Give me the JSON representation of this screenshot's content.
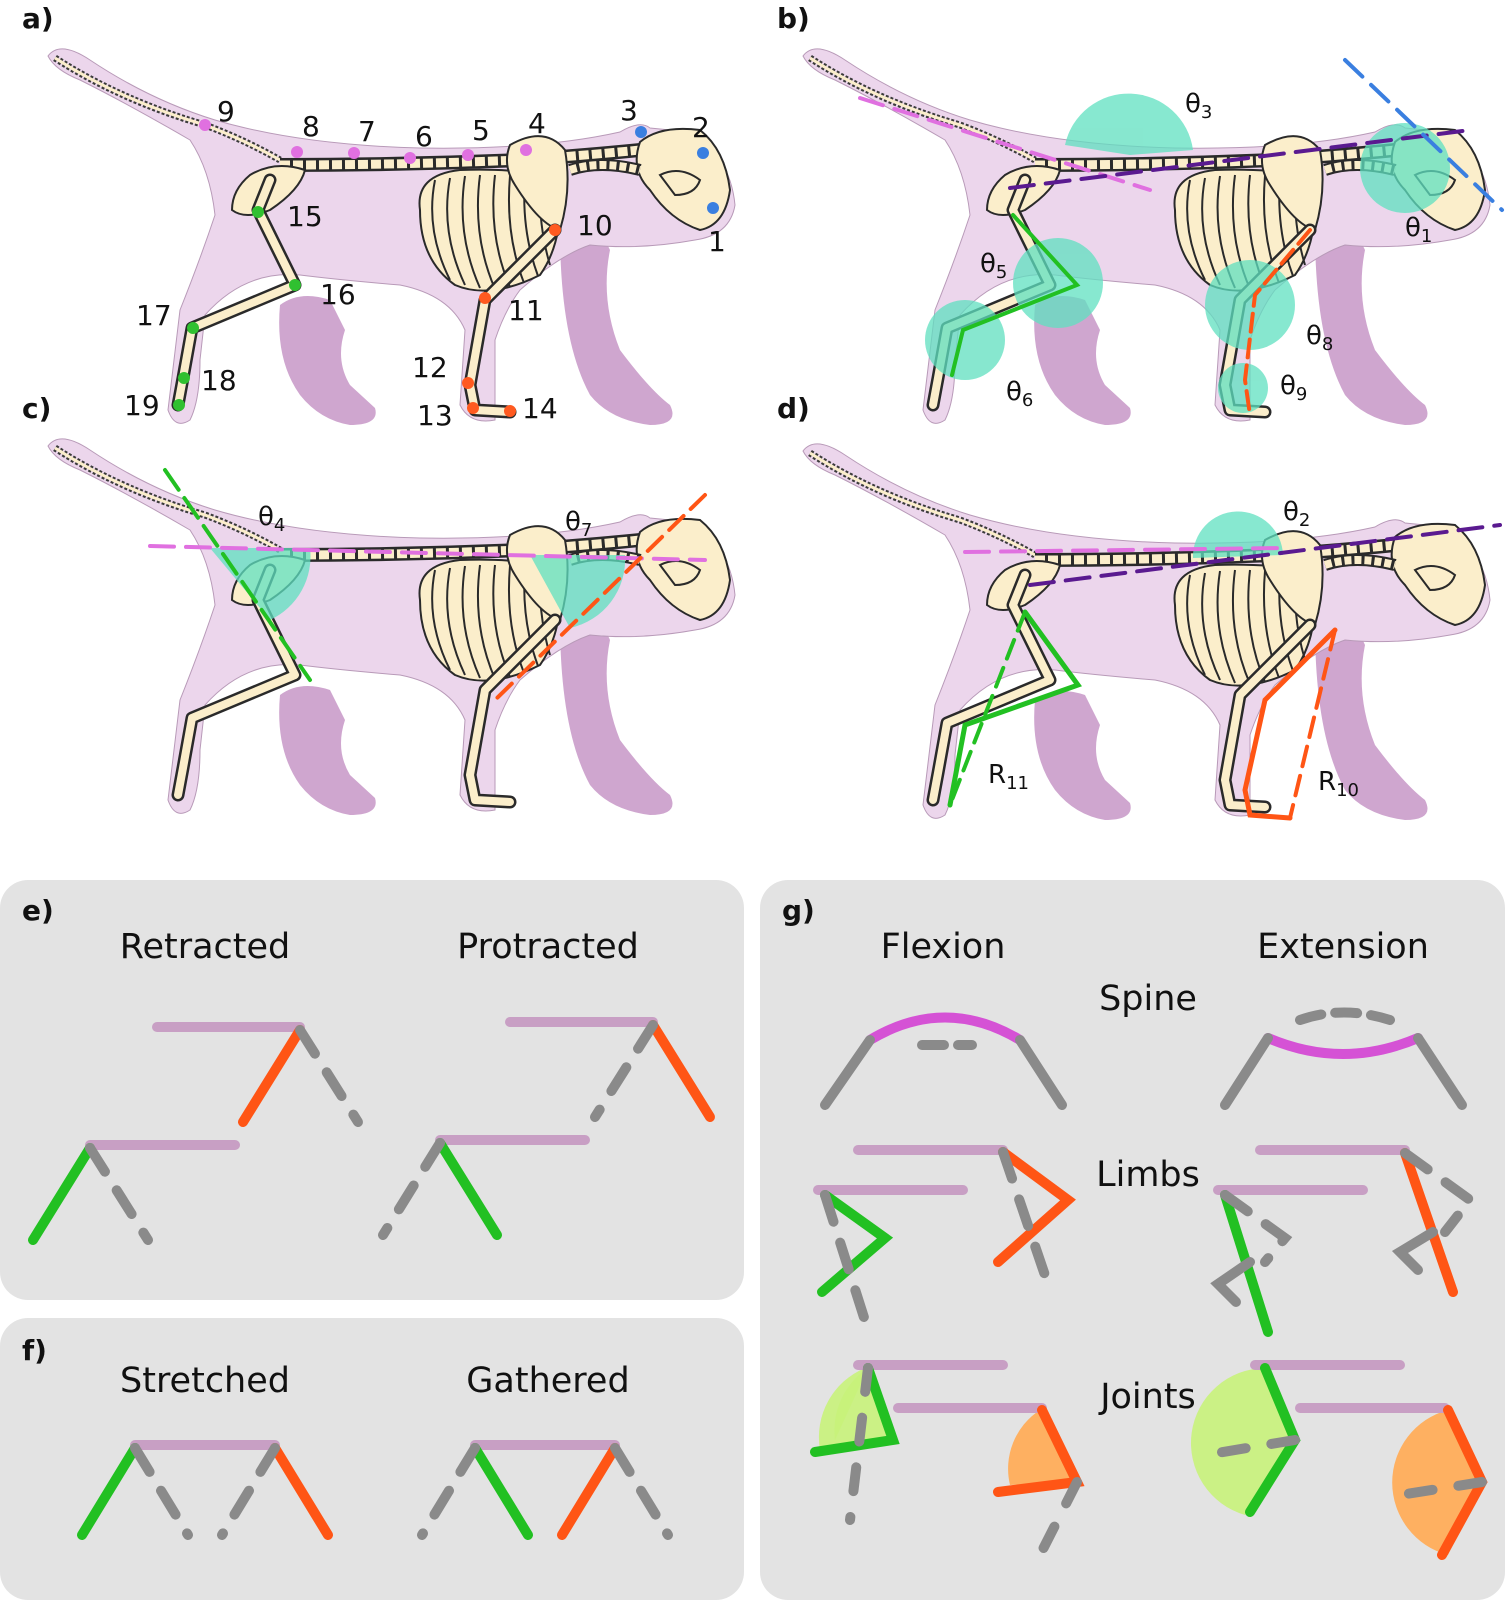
{
  "panel_labels": {
    "a": "a)",
    "b": "b)",
    "c": "c)",
    "d": "d)",
    "e": "e)",
    "f": "f)",
    "g": "g)"
  },
  "keypoints": [
    "1",
    "2",
    "3",
    "4",
    "5",
    "6",
    "7",
    "8",
    "9",
    "10",
    "11",
    "12",
    "13",
    "14",
    "15",
    "16",
    "17",
    "18",
    "19"
  ],
  "angles": {
    "t1": {
      "sym": "θ",
      "sub": "1"
    },
    "t2": {
      "sym": "θ",
      "sub": "2"
    },
    "t3": {
      "sym": "θ",
      "sub": "3"
    },
    "t4": {
      "sym": "θ",
      "sub": "4"
    },
    "t5": {
      "sym": "θ",
      "sub": "5"
    },
    "t6": {
      "sym": "θ",
      "sub": "6"
    },
    "t7": {
      "sym": "θ",
      "sub": "7"
    },
    "t8": {
      "sym": "θ",
      "sub": "8"
    },
    "t9": {
      "sym": "θ",
      "sub": "9"
    }
  },
  "distances": {
    "r10": {
      "sym": "R",
      "sub": "10"
    },
    "r11": {
      "sym": "R",
      "sub": "11"
    }
  },
  "panel_e": {
    "left": "Retracted",
    "right": "Protracted"
  },
  "panel_f": {
    "left": "Stretched",
    "right": "Gathered"
  },
  "panel_g": {
    "left": "Flexion",
    "right": "Extension",
    "rows": [
      "Spine",
      "Limbs",
      "Joints"
    ]
  },
  "colors": {
    "spine": "#c89fc4",
    "hind": "#22c022",
    "fore": "#ff5515",
    "gray": "#8a8a8a",
    "head_kp": "#3a7fe0",
    "spine_kp": "#e070e0",
    "fore_kp": "#ff5a20",
    "hind_kp": "#30c030",
    "angle_fill": "#5fe0c0",
    "body": "#ecd6ec",
    "bone": "#fbeecb",
    "panel_bg": "#e3e3e3"
  }
}
